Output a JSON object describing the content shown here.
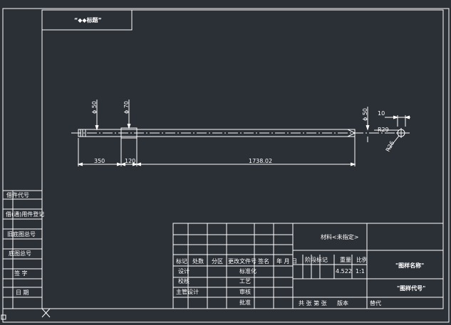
{
  "top_box": {
    "text": "“◆◆标题”"
  },
  "dimensions": {
    "dia_left": "ϕ 50",
    "dia_mid": "ϕ 70",
    "dia_right": "ϕ 50",
    "len_1": "350",
    "len_2": "120",
    "len_3": "1738.02",
    "detail_width": "10",
    "radius_a": "R29",
    "radius_b": "R26"
  },
  "left_strip": {
    "labels": [
      "借件代号",
      "借(通)用件登记",
      "旧底图总号",
      "底图总号",
      "签 字",
      "日 期"
    ]
  },
  "title_block": {
    "material": "材料<未指定>",
    "row_headers": [
      "标记",
      "处数",
      "分区",
      "更改文件号",
      "签名",
      "年 月 日"
    ],
    "left_roles": [
      "设计",
      "校核",
      "主管设计"
    ],
    "mid_roles": [
      "标准化",
      "工艺",
      "审核",
      "批准"
    ],
    "stage_mark": "阶段标记",
    "weight_label": "重量",
    "scale_label": "比例",
    "weight_value": "4.522",
    "scale_value": "1:1",
    "sheets_label": "共 张 第 张",
    "version_label": "版本",
    "replaces_label": "替代",
    "drawing_name": "\"图样名称\"",
    "drawing_code": "\"图样代号\""
  }
}
